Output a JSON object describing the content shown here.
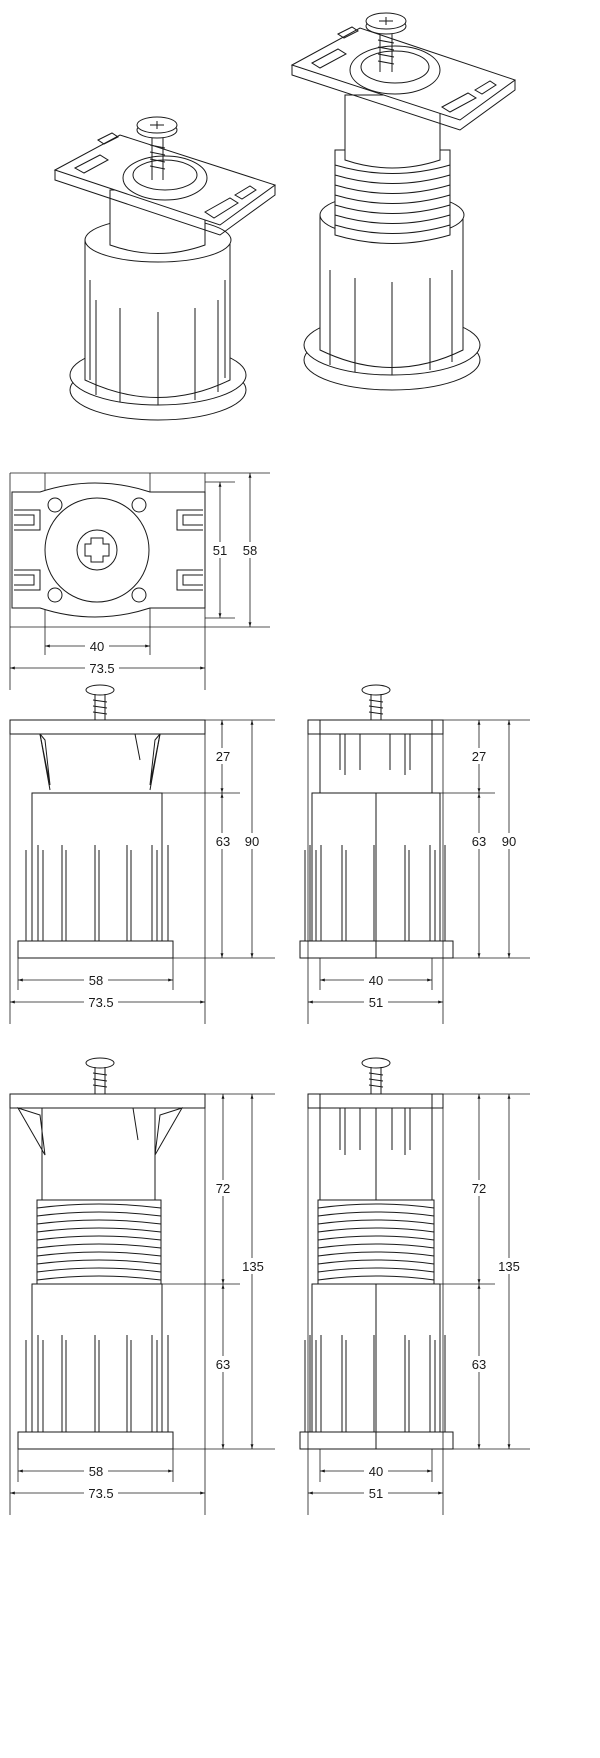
{
  "top_view": {
    "dim_width_inner": "40",
    "dim_width_total": "73.5",
    "dim_height_inner": "51",
    "dim_height_total": "58"
  },
  "short_front": {
    "dim_top": "27",
    "dim_body": "63",
    "dim_total": "90",
    "dim_base_inner": "58",
    "dim_base_total": "73.5"
  },
  "short_side": {
    "dim_top": "27",
    "dim_body": "63",
    "dim_total": "90",
    "dim_base_inner": "40",
    "dim_base_total": "51"
  },
  "tall_front": {
    "dim_top": "72",
    "dim_body": "63",
    "dim_total": "135",
    "dim_base_inner": "58",
    "dim_base_total": "73.5"
  },
  "tall_side": {
    "dim_top": "72",
    "dim_body": "63",
    "dim_total": "135",
    "dim_base_inner": "40",
    "dim_base_total": "51"
  }
}
